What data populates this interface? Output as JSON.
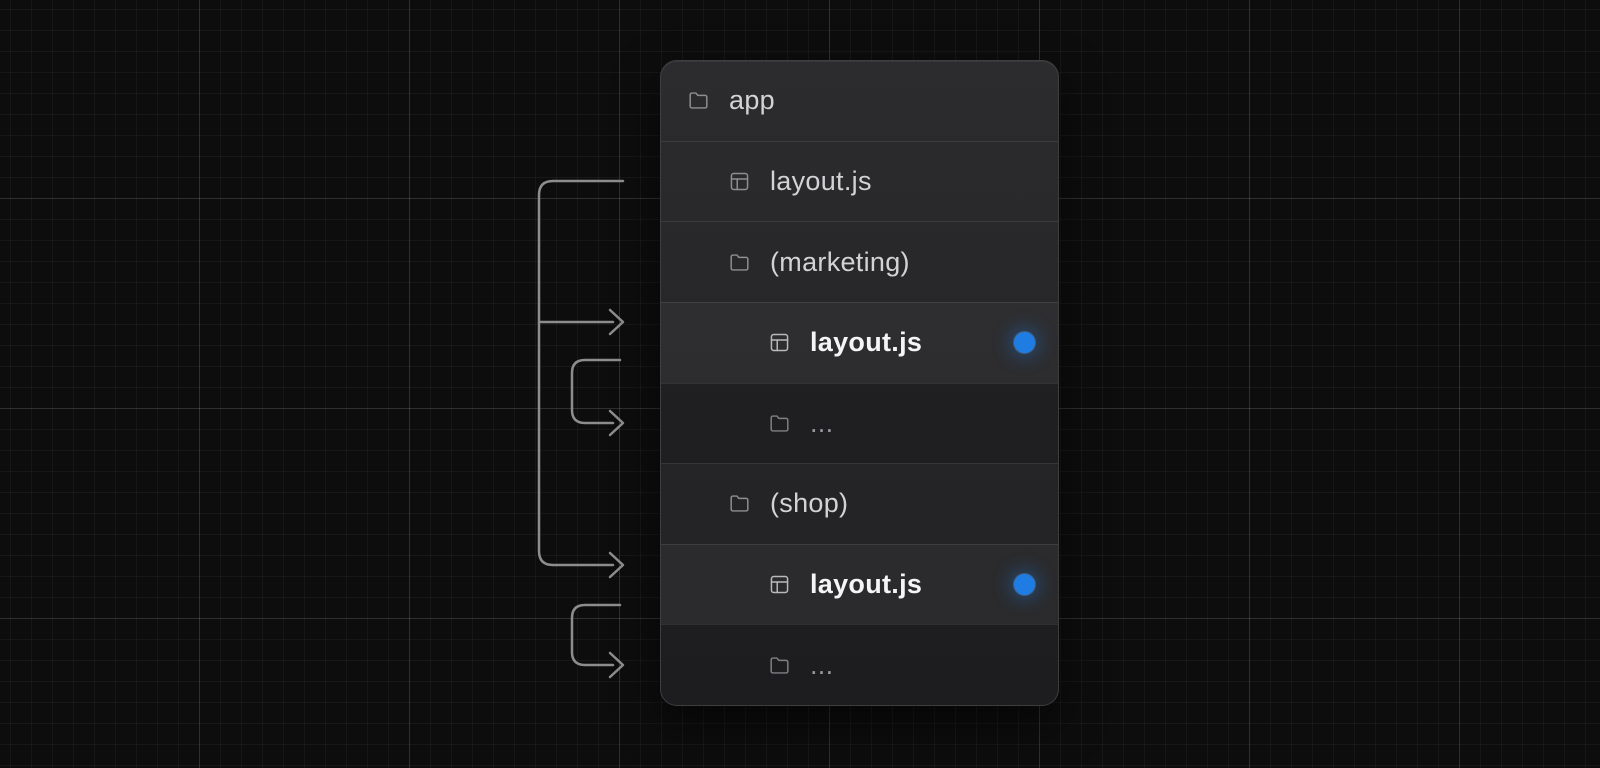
{
  "colors": {
    "background": "#0d0d0e",
    "panel_background": "#28282a",
    "row_divider": "#3a3a3d",
    "active_dot": "#1e7ce2",
    "arrow": "#8d8d8d",
    "label_normal": "#d3d3d6",
    "label_highlight": "#f5f5f6",
    "label_dim": "#98989c"
  },
  "file_tree": {
    "rows": [
      {
        "id": "app",
        "label": "app",
        "icon": "folder-icon",
        "indent": 0,
        "style": "normal",
        "active_dot": false
      },
      {
        "id": "root-layout",
        "label": "layout.js",
        "icon": "layout-icon",
        "indent": 1,
        "style": "normal",
        "active_dot": false
      },
      {
        "id": "marketing-group",
        "label": "(marketing)",
        "icon": "folder-icon",
        "indent": 1,
        "style": "normal",
        "active_dot": false
      },
      {
        "id": "marketing-layout",
        "label": "layout.js",
        "icon": "layout-icon",
        "indent": 2,
        "style": "highlight",
        "active_dot": true
      },
      {
        "id": "marketing-children",
        "label": "...",
        "icon": "folder-icon",
        "indent": 2,
        "style": "dim",
        "active_dot": false
      },
      {
        "id": "shop-group",
        "label": "(shop)",
        "icon": "folder-icon",
        "indent": 1,
        "style": "normal",
        "active_dot": false
      },
      {
        "id": "shop-layout",
        "label": "layout.js",
        "icon": "layout-icon",
        "indent": 2,
        "style": "highlight",
        "active_dot": true
      },
      {
        "id": "shop-children",
        "label": "...",
        "icon": "folder-icon",
        "indent": 2,
        "style": "dim",
        "active_dot": false
      }
    ]
  }
}
